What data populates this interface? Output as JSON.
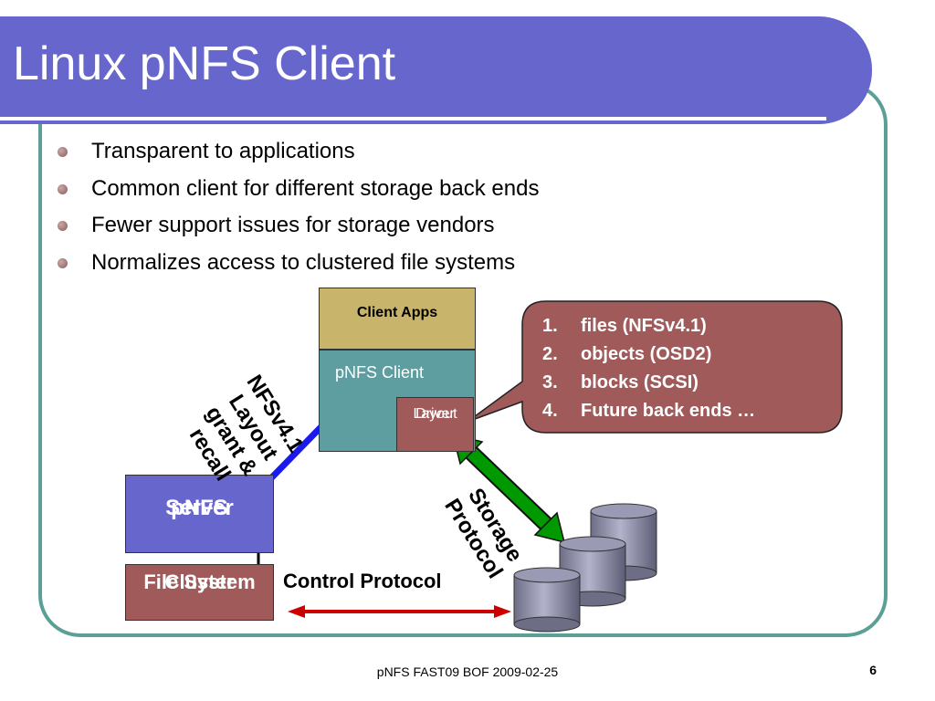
{
  "slide": {
    "title": "Linux pNFS Client",
    "bullets": [
      "Transparent to applications",
      "Common client for different storage back ends",
      "Fewer support issues for storage vendors",
      "Normalizes access to clustered file systems"
    ]
  },
  "diagram": {
    "client_apps": "Client Apps",
    "pnfs_client": "pNFS Client",
    "layout_driver": [
      "Layout",
      "Driver"
    ],
    "pnfs_server": [
      "pNFS",
      "Server"
    ],
    "cluster_fs": [
      "Cluster",
      "File System"
    ],
    "control_protocol": "Control Protocol",
    "layout_label": [
      "NFSv4.1",
      "Layout",
      "grant &",
      "recall"
    ],
    "storage_label": [
      "Storage",
      "Protocol"
    ],
    "backends": [
      {
        "num": "1.",
        "text": "files (NFSv4.1)"
      },
      {
        "num": "2.",
        "text": "objects (OSD2)"
      },
      {
        "num": "3.",
        "text": "blocks (SCSI)"
      },
      {
        "num": "4.",
        "text": "Future back ends …"
      }
    ]
  },
  "footer": {
    "text": "pNFS FAST09 BOF 2009-02-25",
    "page": "6"
  },
  "colors": {
    "title_bar": "#6666cc",
    "frame": "#5b9f97",
    "client_apps": "#c8b46a",
    "pnfs_client": "#5f9ea0",
    "driver": "#a05a5a",
    "server": "#6666cc",
    "layout_arrow": "#1a1aee",
    "storage_arrow": "#009900",
    "control_arrow": "#cc0000"
  }
}
